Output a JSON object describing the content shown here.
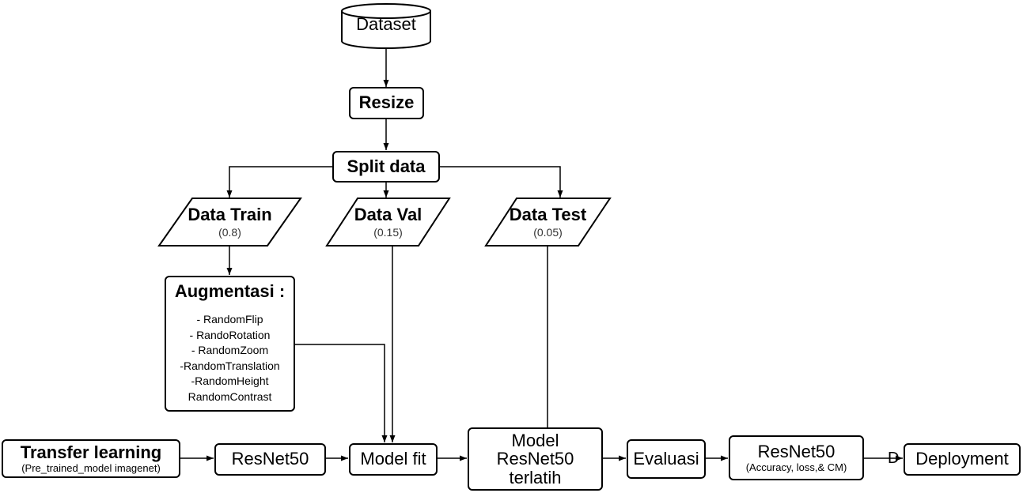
{
  "nodes": {
    "dataset": "Dataset",
    "resize": "Resize",
    "split": "Split data",
    "train": {
      "title": "Data Train",
      "ratio": "(0.8)"
    },
    "val": {
      "title": "Data Val",
      "ratio": "(0.15)"
    },
    "test": {
      "title": "Data Test",
      "ratio": "(0.05)"
    },
    "augmentasi": {
      "title": "Augmentasi :",
      "items": [
        "- RandomFlip",
        "- RandoRotation",
        "- RandomZoom",
        "-RandomTranslation",
        "-RandomHeight",
        "RandomContrast"
      ]
    },
    "transfer": {
      "title": "Transfer learning",
      "sub": "(Pre_trained_model imagenet)"
    },
    "resnet50": "ResNet50",
    "model_fit": "Model fit",
    "model_trained": [
      "Model",
      "ResNet50",
      "terlatih"
    ],
    "evaluasi": "Evaluasi",
    "resnet_eval": {
      "title": "ResNet50",
      "sub": "(Accuracy, loss,& CM)"
    },
    "deployment": "Deployment",
    "stray_label": "D"
  },
  "colors": {
    "stroke": "#000000",
    "fill": "#ffffff",
    "text": "#000000",
    "sub_text": "#333333"
  }
}
